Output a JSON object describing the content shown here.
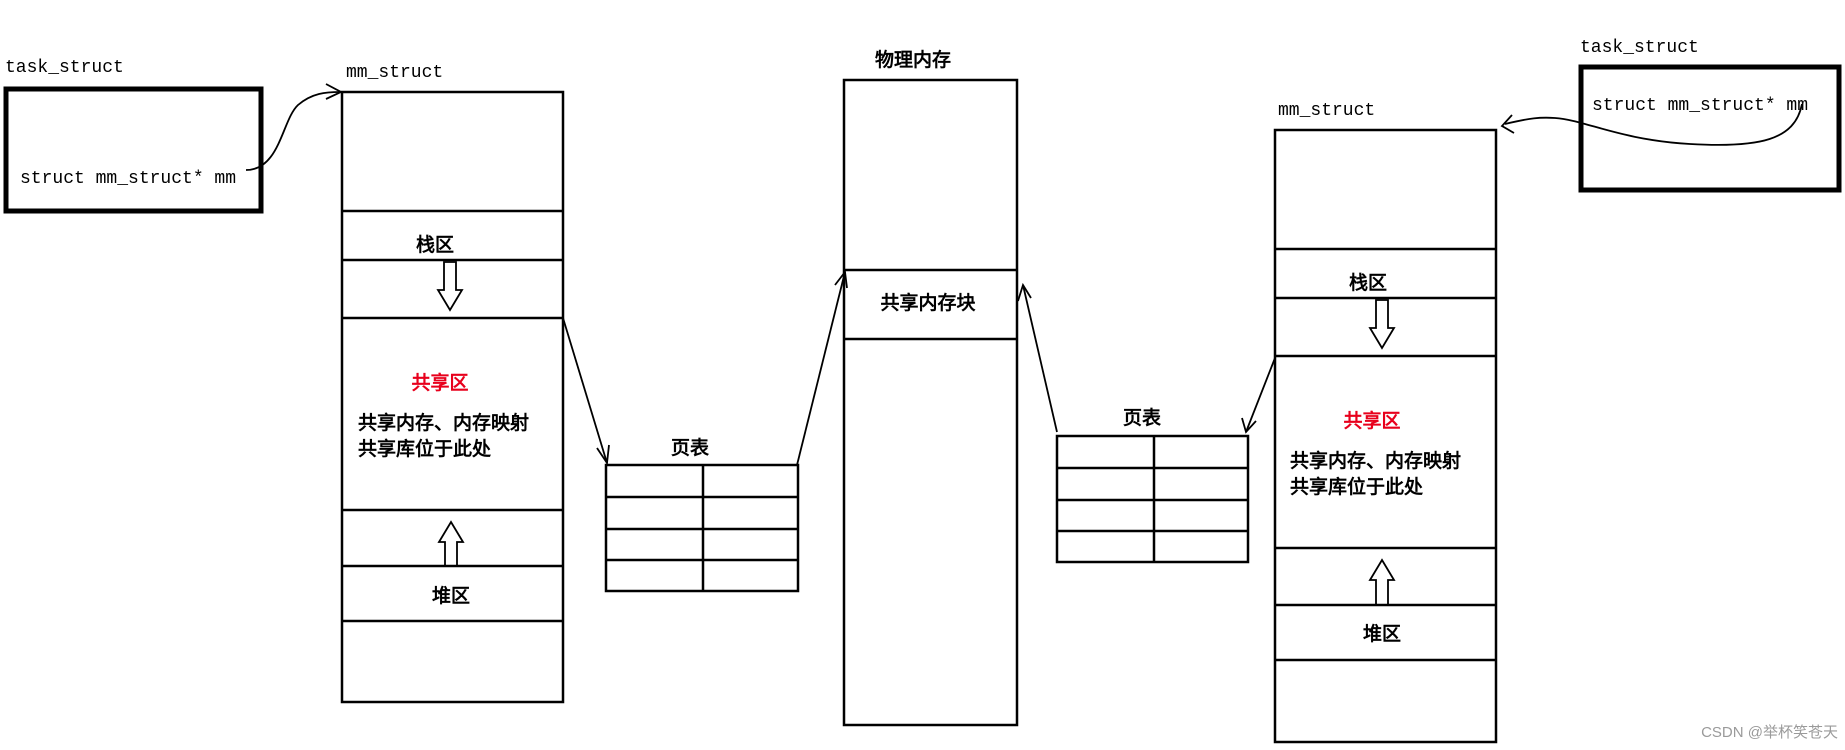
{
  "left": {
    "task_struct_label": "task_struct",
    "task_struct_field": "struct mm_struct* mm",
    "mm_struct_label": "mm_struct",
    "stack_label": "栈区",
    "shared_label": "共享区",
    "shared_desc_line1": "共享内存、内存映射",
    "shared_desc_line2": "共享库位于此处",
    "heap_label": "堆区",
    "page_table_label": "页表"
  },
  "center": {
    "physical_memory_label": "物理内存",
    "shared_block_label": "共享内存块"
  },
  "right": {
    "task_struct_label": "task_struct",
    "task_struct_field": "struct mm_struct* mm",
    "mm_struct_label": "mm_struct",
    "stack_label": "栈区",
    "shared_label": "共享区",
    "shared_desc_line1": "共享内存、内存映射",
    "shared_desc_line2": "共享库位于此处",
    "heap_label": "堆区",
    "page_table_label": "页表"
  },
  "watermark": "CSDN @举杯笑苍天",
  "colors": {
    "stroke": "#000000",
    "highlight_text": "#e8001c",
    "watermark": "#9a9a9a"
  }
}
